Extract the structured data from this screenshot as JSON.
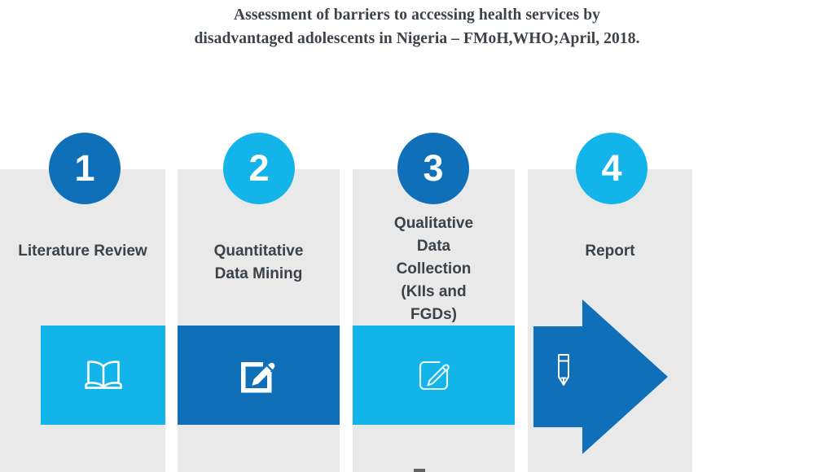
{
  "slide": {
    "title_lines": [
      "Assessment of barriers to accessing health services by",
      "disadvantaged adolescents in Nigeria – FMoH,WHO;April, 2018."
    ],
    "background_color": "#ffffff",
    "column_color": "#e9e9e9",
    "label_color": "#3b4249",
    "dark_blue": "#0f6fb8",
    "light_blue": "#13b4ea"
  },
  "process": {
    "steps": [
      {
        "number": "1",
        "label_lines": [
          "Literature Review"
        ],
        "badge_color": "#0f6fb8",
        "box_color": "#13b4ea",
        "icon": "open-book-icon",
        "shape": "rectangle"
      },
      {
        "number": "2",
        "label_lines": [
          "Quantitative",
          "Data Mining"
        ],
        "badge_color": "#13b4ea",
        "box_color": "#0f6fb8",
        "icon": "edit-square-pencil-icon",
        "shape": "rectangle"
      },
      {
        "number": "3",
        "label_lines": [
          "Qualitative",
          "Data",
          "Collection",
          "(KIIs and",
          "FGDs)"
        ],
        "badge_color": "#0f6fb8",
        "box_color": "#13b4ea",
        "icon": "edit-rounded-square-pencil-icon",
        "shape": "rectangle"
      },
      {
        "number": "4",
        "label_lines": [
          "Report"
        ],
        "badge_color": "#13b4ea",
        "box_color": "#0f6fb8",
        "icon": "pencil-icon",
        "shape": "arrow-right"
      }
    ]
  }
}
